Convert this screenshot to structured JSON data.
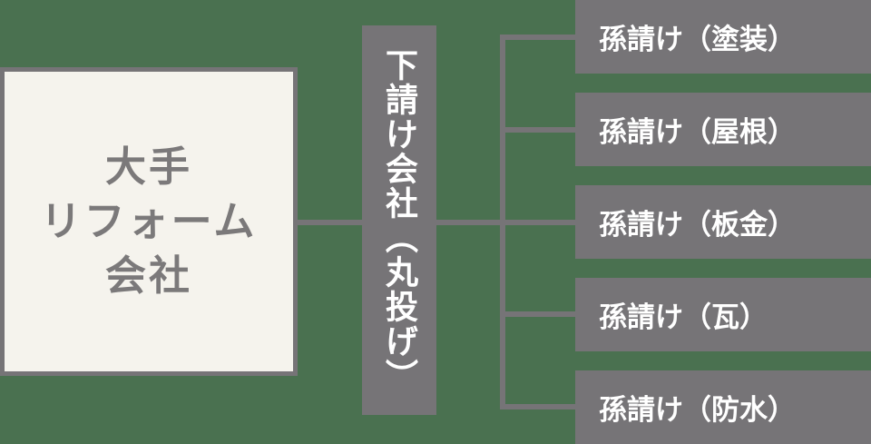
{
  "diagram": {
    "title": "subcontracting-structure-diagram",
    "left_box": {
      "lines": [
        "大手",
        "リフォーム",
        "会社"
      ]
    },
    "middle_box": {
      "label": "下請け会社（丸投げ）"
    },
    "right_boxes": [
      {
        "label": "孫請け（塗装）"
      },
      {
        "label": "孫請け（屋根）"
      },
      {
        "label": "孫請け（板金）"
      },
      {
        "label": "孫請け（瓦）"
      },
      {
        "label": "孫請け（防水）"
      }
    ],
    "colors": {
      "background_green": "#4a7150",
      "box_gray": "#767477",
      "box_cream": "#f5f3ed",
      "left_box_text": "#7b797a",
      "white_text": "#ffffff"
    }
  }
}
